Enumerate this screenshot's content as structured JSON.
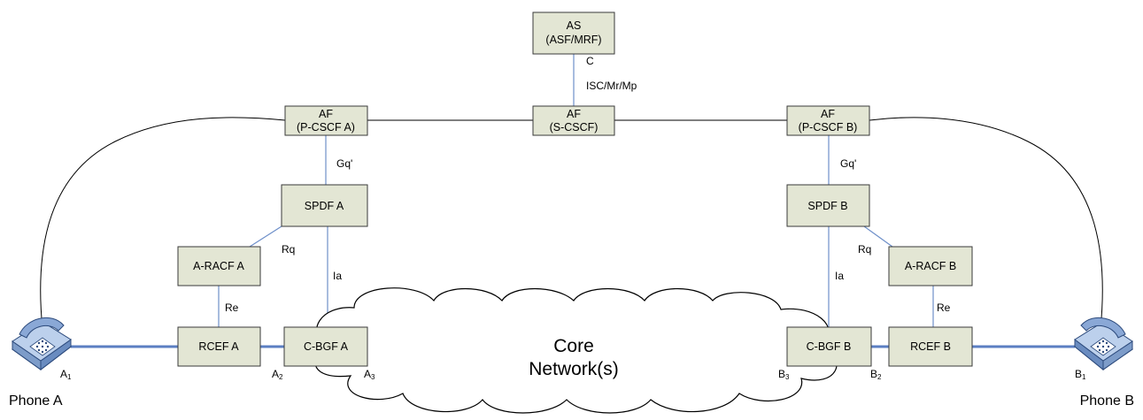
{
  "nodes": {
    "as": {
      "line1": "AS",
      "line2": "(ASF/MRF)"
    },
    "af_a": {
      "line1": "AF",
      "line2": "(P-CSCF A)"
    },
    "af_s": {
      "line1": "AF",
      "line2": "(S-CSCF)"
    },
    "af_b": {
      "line1": "AF",
      "line2": "(P-CSCF B)"
    },
    "spdf_a": {
      "label": "SPDF A"
    },
    "spdf_b": {
      "label": "SPDF B"
    },
    "aracf_a": {
      "label": "A-RACF A"
    },
    "aracf_b": {
      "label": "A-RACF B"
    },
    "rcef_a": {
      "label": "RCEF A"
    },
    "rcef_b": {
      "label": "RCEF B"
    },
    "cbgf_a": {
      "label": "C-BGF A"
    },
    "cbgf_b": {
      "label": "C-BGF B"
    }
  },
  "cloud": {
    "line1": "Core",
    "line2": "Network(s)"
  },
  "interfaces": {
    "c": "C",
    "isc": "ISC/Mr/Mp",
    "gq_a": "Gq'",
    "gq_b": "Gq'",
    "rq_a": "Rq",
    "rq_b": "Rq",
    "ia_a": "Ia",
    "ia_b": "Ia",
    "re_a": "Re",
    "re_b": "Re"
  },
  "points": {
    "a1": {
      "letter": "A",
      "sub": "1"
    },
    "a2": {
      "letter": "A",
      "sub": "2"
    },
    "a3": {
      "letter": "A",
      "sub": "3"
    },
    "b1": {
      "letter": "B",
      "sub": "1"
    },
    "b2": {
      "letter": "B",
      "sub": "2"
    },
    "b3": {
      "letter": "B",
      "sub": "3"
    }
  },
  "phones": {
    "a": "Phone A",
    "b": "Phone B"
  },
  "colors": {
    "box_fill": "#e3e6d4",
    "link_blue": "#6d8fc9",
    "media_blue": "#5b7fc2"
  }
}
